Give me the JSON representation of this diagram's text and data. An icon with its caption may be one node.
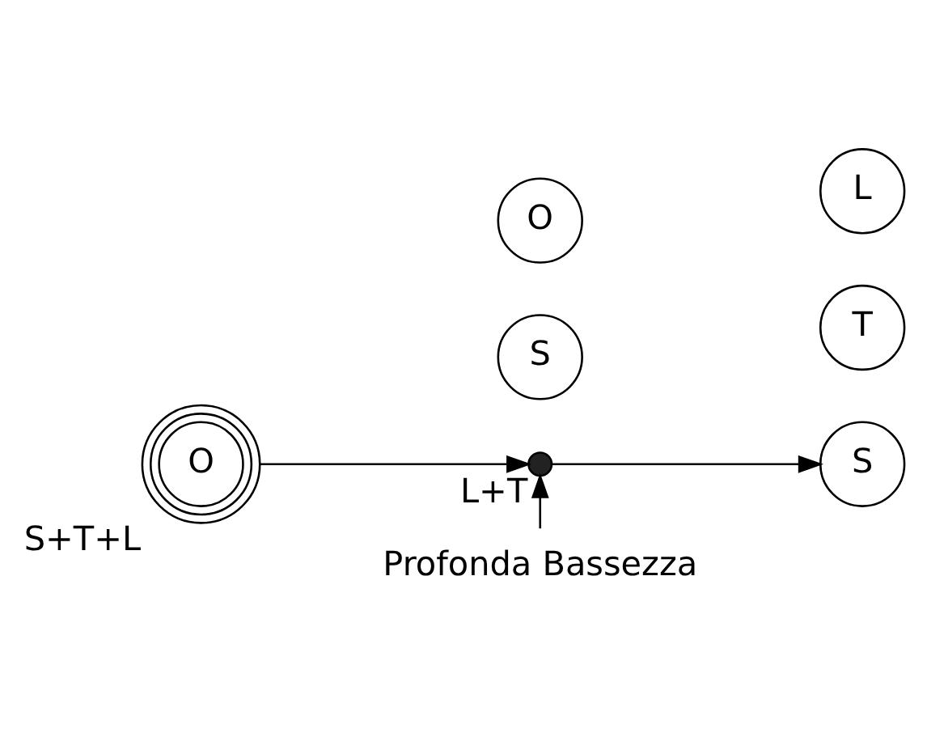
{
  "diagram": {
    "nodes": [
      {
        "text": [
          "O"
        ],
        "beside": [
          "S+T+L"
        ]
      },
      {
        "text": [
          "S"
        ]
      },
      {
        "text": [
          "O"
        ]
      },
      {
        "text": [],
        "shape": "circle",
        "beside": [
          "L+T"
        ]
      },
      {
        "text": [
          "S"
        ]
      },
      {
        "text": [
          "T"
        ]
      },
      {
        "text": [
          "L"
        ]
      },
      {
        "text": [
          "Profonda Bassezza"
        ]
      }
    ],
    "edges": [
      {
        "from": 0,
        "to": 3,
        "arrow": "to"
      },
      {
        "from": 3,
        "to": 4,
        "arrow": "to"
      },
      {
        "from": 7,
        "to": 3,
        "arrow": "to"
      }
    ]
  }
}
